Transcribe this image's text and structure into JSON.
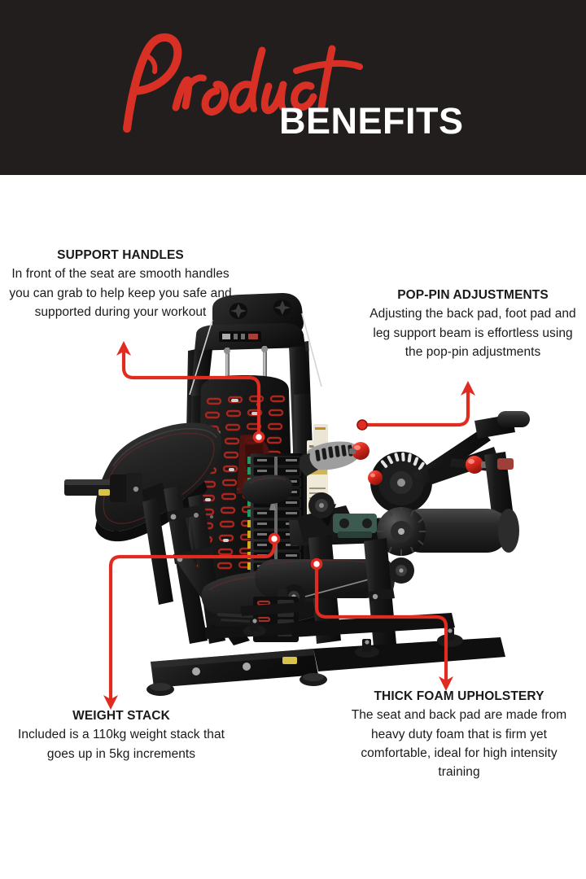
{
  "header": {
    "script_title": "Product",
    "title": "BENEFITS",
    "bg_color": "#211E1D",
    "accent_color": "#D93025",
    "text_color": "#FFFFFF"
  },
  "accent_color": "#E02B20",
  "callouts": [
    {
      "id": "support-handles",
      "title": "SUPPORT HANDLES",
      "body": "In front of the seat are smooth handles you can grab to help keep you safe and supported during your workout"
    },
    {
      "id": "pop-pin-adjustments",
      "title": "POP-PIN ADJUSTMENTS",
      "body": "Adjusting the back pad, foot pad and leg support beam is effortless using the pop-pin adjustments"
    },
    {
      "id": "weight-stack",
      "title": "WEIGHT STACK",
      "body": "Included is a 110kg weight stack that goes up in 5kg increments"
    },
    {
      "id": "thick-foam-upholstery",
      "title": "THICK FOAM UPHOLSTERY",
      "body": "The seat and back pad are made from heavy duty foam that is firm yet comfortable, ideal for high intensity training"
    }
  ],
  "product": {
    "name": "seated-leg-curl-extension-machine",
    "frame_color": "#161616",
    "pad_color": "#1F1F1F",
    "pin_color": "#E02B20"
  }
}
